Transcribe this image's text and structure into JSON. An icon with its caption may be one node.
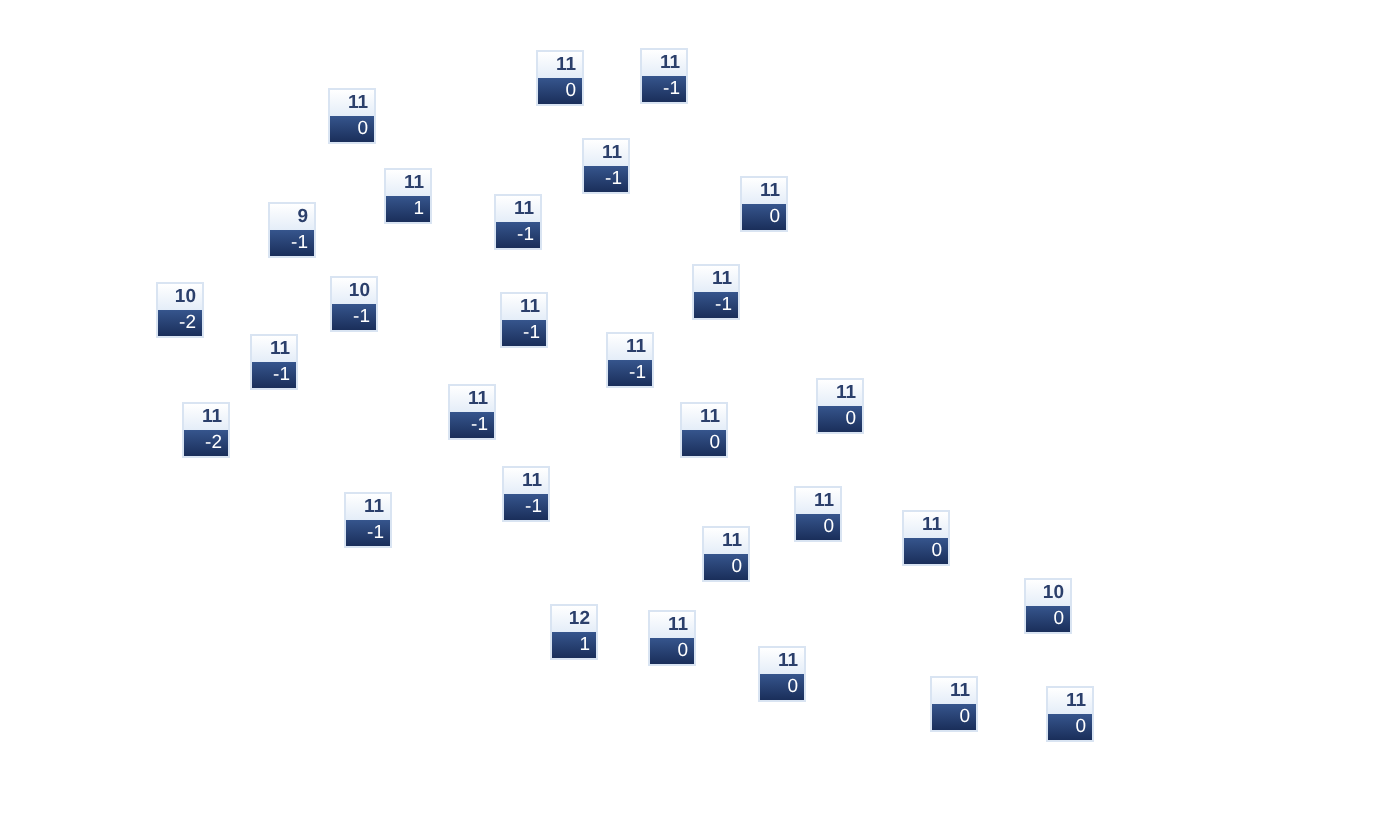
{
  "diagram": {
    "nodes": [
      {
        "text": [
          "11",
          "0"
        ]
      },
      {
        "text": [
          "11",
          "-1"
        ]
      },
      {
        "text": [
          "11",
          "0"
        ]
      },
      {
        "text": [
          "11",
          "-1"
        ]
      },
      {
        "text": [
          "11",
          "1"
        ]
      },
      {
        "text": [
          "11",
          "0"
        ]
      },
      {
        "text": [
          "11",
          "-1"
        ]
      },
      {
        "text": [
          "9",
          "-1"
        ]
      },
      {
        "text": [
          "11",
          "-1"
        ]
      },
      {
        "text": [
          "10",
          "-1"
        ]
      },
      {
        "text": [
          "10",
          "-2"
        ]
      },
      {
        "text": [
          "11",
          "-1"
        ]
      },
      {
        "text": [
          "11",
          "-1"
        ]
      },
      {
        "text": [
          "11",
          "-1"
        ]
      },
      {
        "text": [
          "11",
          "0"
        ]
      },
      {
        "text": [
          "11",
          "-1"
        ]
      },
      {
        "text": [
          "11",
          "0"
        ]
      },
      {
        "text": [
          "11",
          "-2"
        ]
      },
      {
        "text": [
          "11",
          "-1"
        ]
      },
      {
        "text": [
          "11",
          "0"
        ]
      },
      {
        "text": [
          "11",
          "-1"
        ]
      },
      {
        "text": [
          "11",
          "0"
        ]
      },
      {
        "text": [
          "11",
          "0"
        ]
      },
      {
        "text": [
          "10",
          "0"
        ]
      },
      {
        "text": [
          "12",
          "1"
        ]
      },
      {
        "text": [
          "11",
          "0"
        ]
      },
      {
        "text": [
          "11",
          "0"
        ]
      },
      {
        "text": [
          "11",
          "0"
        ]
      },
      {
        "text": [
          "11",
          "0"
        ]
      }
    ]
  }
}
